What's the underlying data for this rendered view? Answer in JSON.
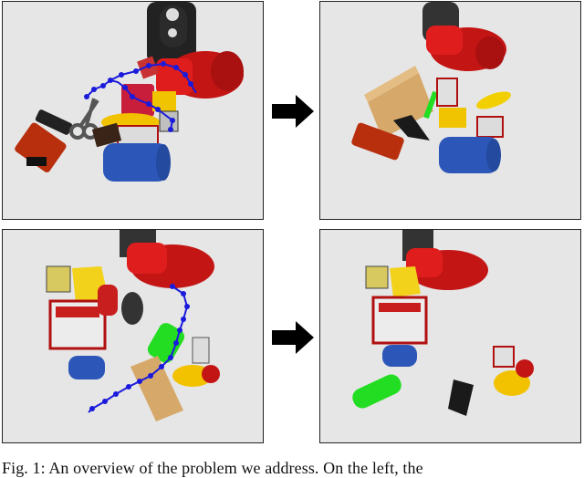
{
  "figure": {
    "caption": "Fig. 1: An overview of the problem we address. On the left, the",
    "panels": [
      {
        "id": "before-top",
        "description_label": "cluttered scene with planned path"
      },
      {
        "id": "after-top"
      },
      {
        "id": "before-bottom"
      },
      {
        "id": "after-bottom"
      }
    ],
    "colors": {
      "panel_bg": "#e6e6e6",
      "robot_red": "#d01818",
      "path_blue": "#1a1adc",
      "arrow": "#000000",
      "highlight_green": "#22dd22"
    },
    "icons": [
      "right-arrow-icon",
      "right-arrow-icon"
    ]
  }
}
